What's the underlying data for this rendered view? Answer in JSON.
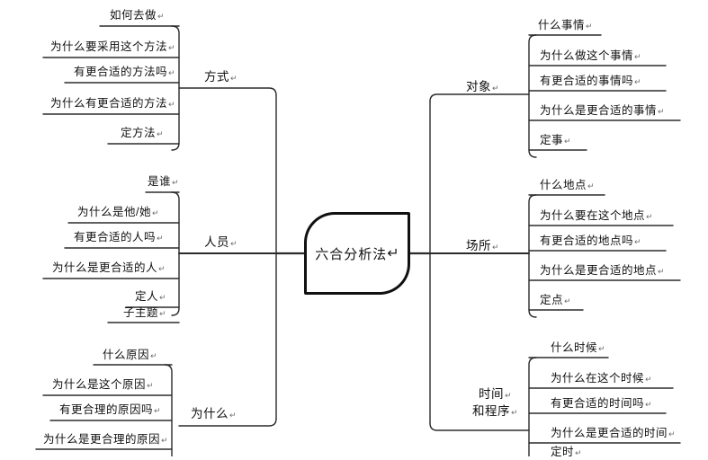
{
  "diagram": {
    "type": "mind-map",
    "title": "六合分析法",
    "return_mark": "↵",
    "center": {
      "label": "六合分析法"
    },
    "left_branches": [
      {
        "id": "method",
        "label": "方式",
        "children": [
          "如何去做",
          "为什么要采用这个方法",
          "有更合适的方法吗",
          "为什么有更合适的方法",
          "定方法"
        ]
      },
      {
        "id": "personnel",
        "label": "人员",
        "children": [
          "是谁",
          "为什么是他/她",
          "有更合适的人吗",
          "为什么是更合适的人",
          "定人",
          "子主题"
        ]
      },
      {
        "id": "why",
        "label": "为什么",
        "children": [
          "什么原因",
          "为什么是这个原因",
          "有更合理的原因吗",
          "为什么是更合理的原因"
        ]
      }
    ],
    "right_branches": [
      {
        "id": "object",
        "label": "对象",
        "children": [
          "什么事情",
          "为什么做这个事情",
          "有更合适的事情吗",
          "为什么是更合适的事情",
          "定事"
        ]
      },
      {
        "id": "place",
        "label": "场所",
        "children": [
          "什么地点",
          "为什么要在这个地点",
          "有更合适的地点吗",
          "为什么是更合适的地点",
          "定点"
        ]
      },
      {
        "id": "time",
        "label_line1": "时间",
        "label_line2": "和程序",
        "children": [
          "什么时候",
          "为什么在这个时候",
          "有更合适的时间吗",
          "为什么是更合适的时间",
          "定时"
        ]
      }
    ],
    "colors": {
      "line": "#2b2b2b",
      "center_stroke": "#111111",
      "text": "#101010",
      "return_mark": "#6d6d6d",
      "background": "#ffffff"
    }
  }
}
